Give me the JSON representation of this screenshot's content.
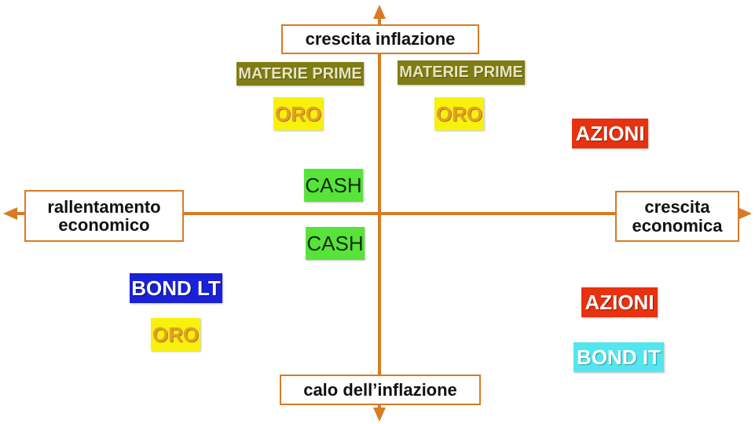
{
  "axes": {
    "top_label": "crescita inflazione",
    "bottom_label": "calo dell’inflazione",
    "left_label": "rallentamento economico",
    "right_label": "crescita economica"
  },
  "tags": {
    "materie_prime_left": "MATERIE PRIME",
    "materie_prime_right": "MATERIE PRIME",
    "oro_top_left": "ORO",
    "oro_top_right": "ORO",
    "oro_bottom_left": "ORO",
    "azioni_top_right": "AZIONI",
    "azioni_bottom_right": "AZIONI",
    "cash_top": "CASH",
    "cash_bottom": "CASH",
    "bond_lt": "BOND LT",
    "bond_it": "BOND IT"
  },
  "colors": {
    "axis": "#d87b24",
    "materie_prime": "#7f7d13",
    "oro": "#f7f10c",
    "cash": "#58e33a",
    "azioni": "#e8310f",
    "bond_lt": "#1a21d6",
    "bond_it": "#53e6ee"
  }
}
